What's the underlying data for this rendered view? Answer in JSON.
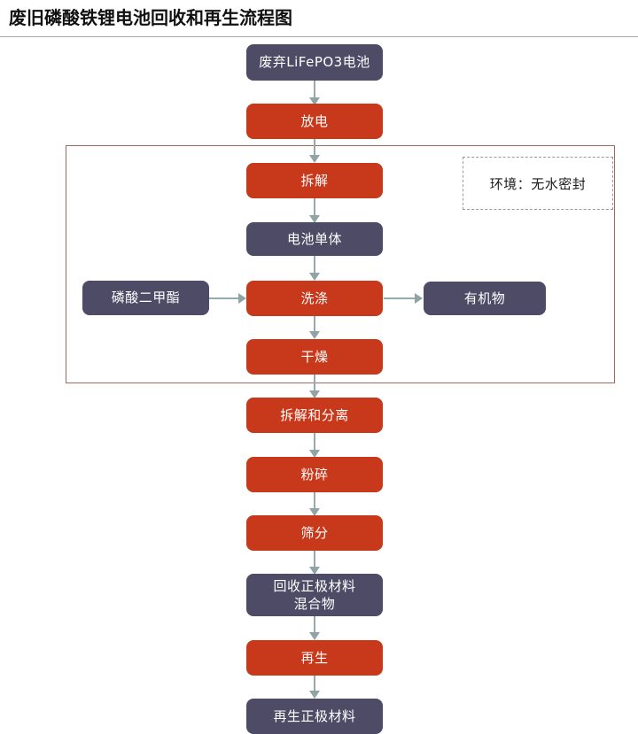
{
  "header": {
    "title": "废旧磷酸铁锂电池回收和再生流程图"
  },
  "diagram": {
    "type": "flowchart",
    "orientation": "top-to-bottom",
    "colors": {
      "process_fill": "#c8381a",
      "material_fill": "#4e4b66",
      "region_border": "#a06a62",
      "connector": "#96a9ab",
      "note_border": "#9a9a9a",
      "title_rule": "#a8a8a8",
      "text_on_node": "#ffffff"
    },
    "region": {
      "label": "",
      "note_label": "环境：无水密封"
    },
    "nodes": [
      {
        "id": "waste_battery",
        "label": "废弃LiFePO3电池",
        "kind": "material"
      },
      {
        "id": "discharge",
        "label": "放电",
        "kind": "process"
      },
      {
        "id": "disassemble",
        "label": "拆解",
        "kind": "process"
      },
      {
        "id": "cell",
        "label": "电池单体",
        "kind": "material"
      },
      {
        "id": "dmp",
        "label": "磷酸二甲酯",
        "kind": "material"
      },
      {
        "id": "wash",
        "label": "洗涤",
        "kind": "process"
      },
      {
        "id": "organics",
        "label": "有机物",
        "kind": "material"
      },
      {
        "id": "dry",
        "label": "干燥",
        "kind": "process"
      },
      {
        "id": "separate",
        "label": "拆解和分离",
        "kind": "process"
      },
      {
        "id": "crush",
        "label": "粉碎",
        "kind": "process"
      },
      {
        "id": "sieve",
        "label": "筛分",
        "kind": "process"
      },
      {
        "id": "recovered_mix_1",
        "label": "回收正极材料",
        "kind": "material"
      },
      {
        "id": "recovered_mix_2",
        "label": "混合物",
        "kind": "material"
      },
      {
        "id": "regenerate",
        "label": "再生",
        "kind": "process"
      },
      {
        "id": "regen_cathode",
        "label": "再生正极材料",
        "kind": "material"
      }
    ],
    "edges": [
      {
        "from": "waste_battery",
        "to": "discharge",
        "direction": "down"
      },
      {
        "from": "discharge",
        "to": "disassemble",
        "direction": "down"
      },
      {
        "from": "disassemble",
        "to": "cell",
        "direction": "down"
      },
      {
        "from": "cell",
        "to": "wash",
        "direction": "down"
      },
      {
        "from": "dmp",
        "to": "wash",
        "direction": "right"
      },
      {
        "from": "wash",
        "to": "organics",
        "direction": "right"
      },
      {
        "from": "wash",
        "to": "dry",
        "direction": "down"
      },
      {
        "from": "dry",
        "to": "separate",
        "direction": "down"
      },
      {
        "from": "separate",
        "to": "crush",
        "direction": "down"
      },
      {
        "from": "crush",
        "to": "sieve",
        "direction": "down"
      },
      {
        "from": "sieve",
        "to": "recovered_mix_1",
        "direction": "down"
      },
      {
        "from": "recovered_mix_1",
        "to": "regenerate",
        "direction": "down"
      },
      {
        "from": "regenerate",
        "to": "regen_cathode",
        "direction": "down"
      }
    ]
  }
}
